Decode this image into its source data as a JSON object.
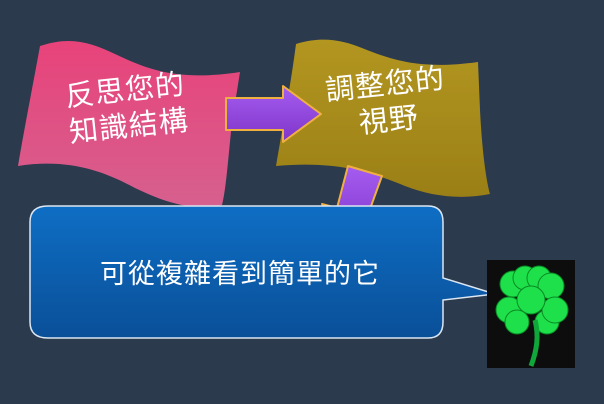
{
  "reflect_banner": {
    "line1": "反思您的",
    "line2": "知識結構"
  },
  "adjust_banner": {
    "line1": "調整您的",
    "line2": "視野"
  },
  "callout": {
    "text": "可從複雜看到簡單的它"
  },
  "colors": {
    "background": "#2b3a4c",
    "pink_banner": "#e0507e",
    "gold_banner": "#a88c1c",
    "arrow_fill": "#9247d8",
    "arrow_outline": "#f0b040",
    "callout_fill": "#0f5fb0",
    "clover_green": "#1ee04a"
  },
  "icons": {
    "clover": "four-leaf-clover-icon"
  }
}
